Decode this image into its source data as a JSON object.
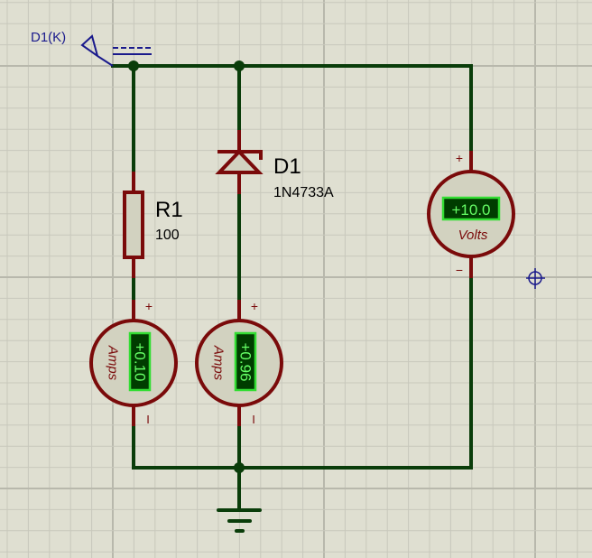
{
  "app": {
    "type": "schematic-editor",
    "colors": {
      "background": "#dfdfd1",
      "grid_minor": "#c8c8bc",
      "grid_major": "#b8b8ac",
      "wire": "#0a3d0a",
      "component": "#7a0a0a",
      "component_fill": "#d2d2c0",
      "label_text": "#000000",
      "probe": "#1a1a8c",
      "meter_display_bg": "#003c00",
      "meter_display_border": "#33dd33",
      "meter_display_text": "#66ff66",
      "meter_label": "#7a0a0a",
      "cursor": "#1a1a8c"
    }
  },
  "probe": {
    "label": "D1(K)"
  },
  "components": {
    "resistor": {
      "ref": "R1",
      "value": "100"
    },
    "diode": {
      "ref": "D1",
      "part": "1N4733A",
      "kind": "zener"
    },
    "voltmeter": {
      "reading": "+10.0",
      "unit_label": "Volts",
      "plus": "+",
      "minus": "−"
    },
    "ammeter_r1": {
      "reading": "+0.10",
      "unit_label": "Amps",
      "plus": "+",
      "minus": "I"
    },
    "ammeter_d1": {
      "reading": "+0.96",
      "unit_label": "Amps",
      "plus": "+",
      "minus": "I"
    },
    "ground": {
      "kind": "ground"
    }
  }
}
